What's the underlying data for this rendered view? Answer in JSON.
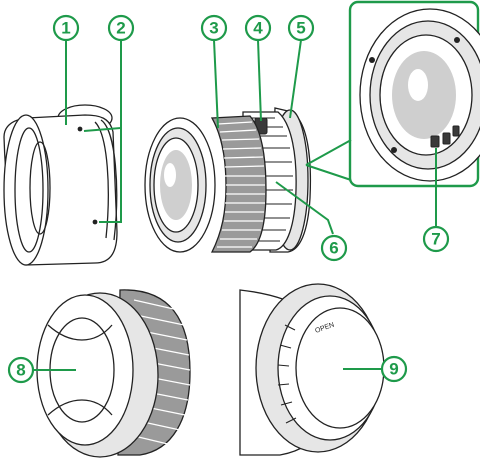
{
  "callouts": [
    {
      "number": "1",
      "part": "lens-hood"
    },
    {
      "number": "2",
      "part": "hood-alignment-mark"
    },
    {
      "number": "3",
      "part": "focus-ring"
    },
    {
      "number": "4",
      "part": "aperture-ring"
    },
    {
      "number": "5",
      "part": "mounting-index"
    },
    {
      "number": "6",
      "part": "aperture-ring-markings"
    },
    {
      "number": "7",
      "part": "signal-contacts"
    },
    {
      "number": "8",
      "part": "front-lens-cap"
    },
    {
      "number": "9",
      "part": "rear-lens-cap"
    }
  ],
  "rear_cap_label": "OPEN",
  "colors": {
    "callout": "#1e9a4a",
    "line": "#222222",
    "dark_tone": "#3a3a3a",
    "mid_tone": "#7b7b7b",
    "light_tone": "#cfcfcf"
  }
}
